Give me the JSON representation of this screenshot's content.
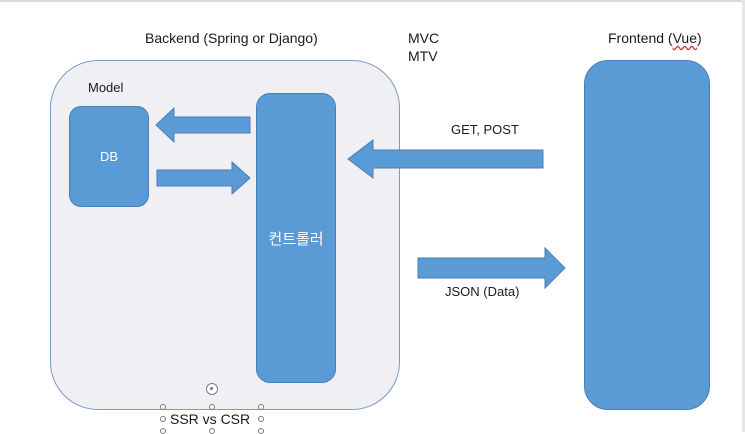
{
  "labels": {
    "backend_title": "Backend (Spring or Django)",
    "mvc": "MVC",
    "mtv": "MTV",
    "frontend_title_main": "Frontend (",
    "frontend_title_vue": "Vue",
    "frontend_title_end": ")",
    "model": "Model",
    "db": "DB",
    "controller": "컨트롤러",
    "get_post": "GET, POST",
    "json": "JSON (Data)",
    "ssr_vs_csr": "SSR vs CSR"
  },
  "colors": {
    "box_fill": "#5b9bd5",
    "box_border": "#4a7fb5",
    "container_fill": "#f0f0f4",
    "container_border": "#7a9ac8"
  }
}
